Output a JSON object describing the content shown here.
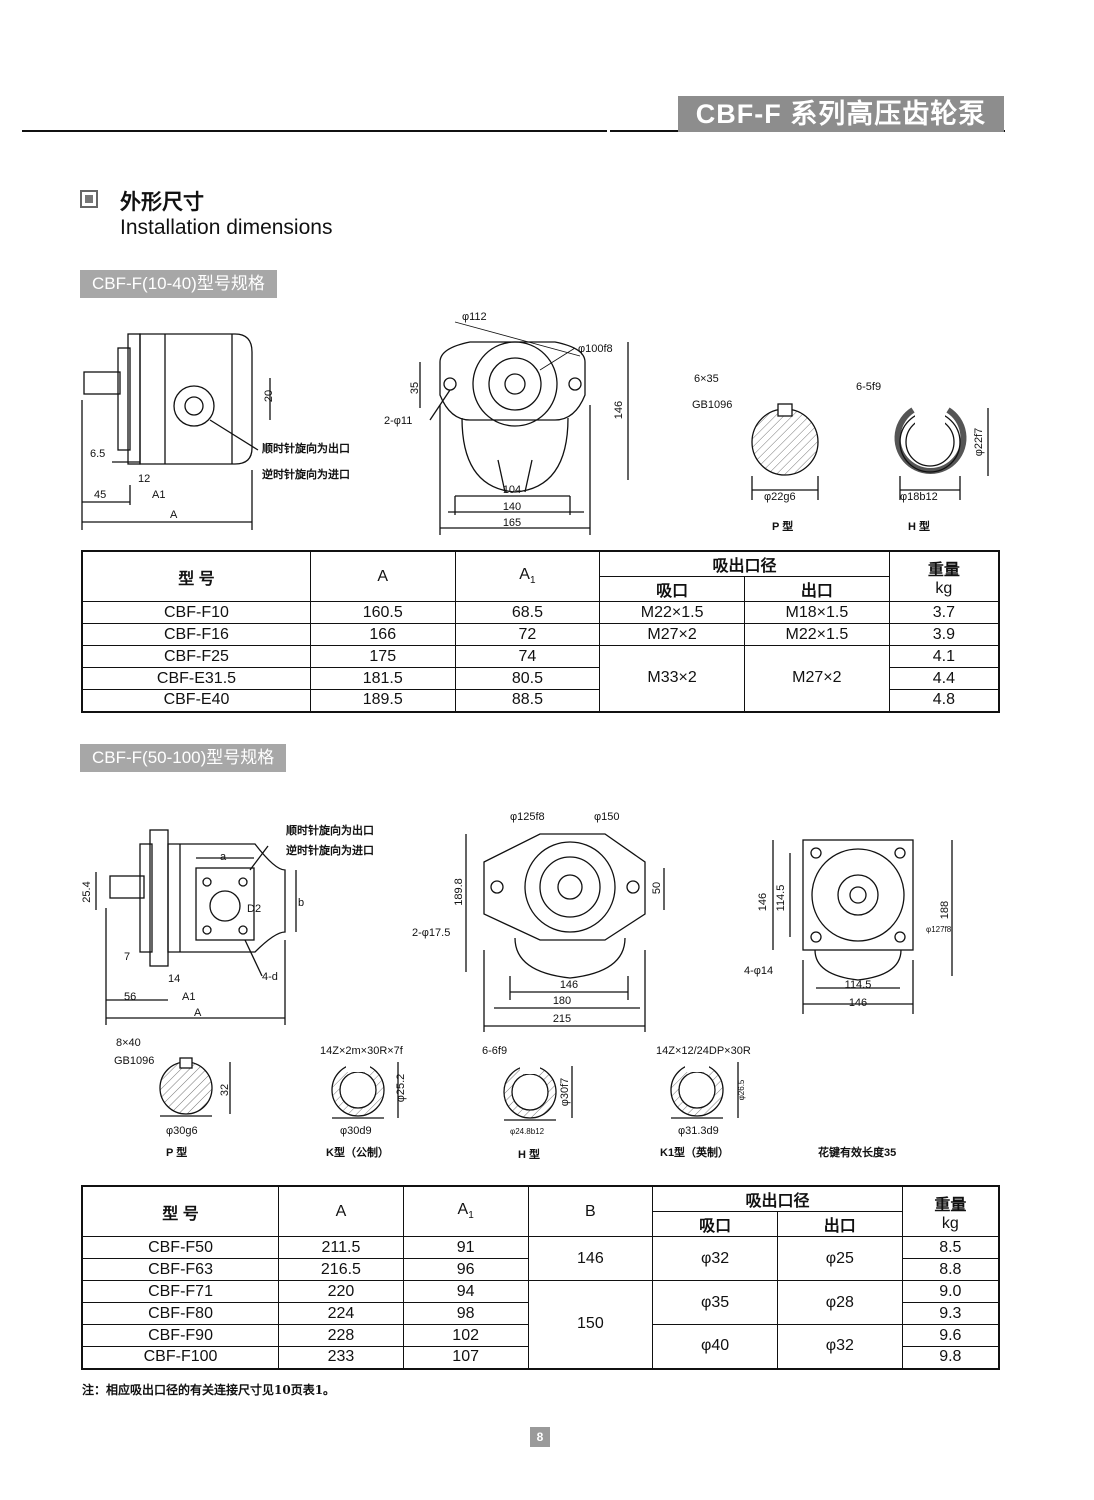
{
  "header": {
    "title": "CBF-F 系列高压齿轮泵"
  },
  "heading": {
    "cn": "外形尺寸",
    "en": "Installation dimensions"
  },
  "section1": {
    "label": "CBF-F(10-40)型号规格",
    "dims": {
      "d112": "φ112",
      "d100f8": "φ100f8",
      "h35": "35",
      "h146": "146",
      "holes": "2-φ11",
      "w104": "104",
      "w140": "140",
      "w165": "165",
      "side_20": "20",
      "side_65": "6.5",
      "side_12": "12",
      "side_45": "45",
      "side_A1": "A1",
      "side_A": "A",
      "cw": "顺时针旋向为出口",
      "ccw": "逆时针旋向为进口",
      "p_key": "6×35",
      "p_std": "GB1096",
      "p_dia": "φ22g6",
      "p_type": "P 型",
      "h_key": "6-5f9",
      "h_dia": "φ18b12",
      "h_dia2": "φ22f7",
      "h_type": "H 型"
    },
    "table": {
      "headers": {
        "model": "型 号",
        "A": "A",
        "A1": "A",
        "A1_sub": "1",
        "port": "吸出口径",
        "in": "吸口",
        "out": "出口",
        "weight": "重量",
        "kg": "kg"
      },
      "rows": [
        {
          "model": "CBF-F10",
          "A": "160.5",
          "A1": "68.5",
          "in": "M22×1.5",
          "out": "M18×1.5",
          "kg": "3.7"
        },
        {
          "model": "CBF-F16",
          "A": "166",
          "A1": "72",
          "in": "M27×2",
          "out": "M22×1.5",
          "kg": "3.9"
        },
        {
          "model": "CBF-F25",
          "A": "175",
          "A1": "74",
          "in": "M33×2",
          "out": "M27×2",
          "kg": "4.1"
        },
        {
          "model": "CBF-E31.5",
          "A": "181.5",
          "A1": "80.5",
          "kg": "4.4"
        },
        {
          "model": "CBF-E40",
          "A": "189.5",
          "A1": "88.5",
          "kg": "4.8"
        }
      ]
    }
  },
  "section2": {
    "label": "CBF-F(50-100)型号规格",
    "dims": {
      "cw": "顺时针旋向为出口",
      "ccw": "逆时针旋向为进口",
      "a": "a",
      "b": "b",
      "D2": "D2",
      "d4": "4-d",
      "s254": "25.4",
      "s7": "7",
      "s14": "14",
      "s56": "56",
      "s_A1": "A1",
      "s_A": "A",
      "d125": "φ125f8",
      "d150": "φ150",
      "h1898": "189.8",
      "h50": "50",
      "holes": "2-φ17.5",
      "w146": "146",
      "w180": "180",
      "w215": "215",
      "r146": "146",
      "r1145": "114.5",
      "r188": "188",
      "r127": "φ127f8",
      "r_holes": "4-φ14",
      "rw1145": "114.5",
      "rw146": "146",
      "p_key": "8×40",
      "p_std": "GB1096",
      "p_32": "32",
      "p_dia": "φ30g6",
      "p_type": "P 型",
      "k_spec": "14Z×2m×30R×7f",
      "k_252": "φ25.2",
      "k_dia": "φ30d9",
      "k_type": "K型（公制）",
      "h_key": "6-6f9",
      "h_30": "φ30f7",
      "h_dia": "φ24.8b12",
      "h_type": "H 型",
      "k1_spec": "14Z×12/24DP×30R",
      "k1_265": "φ26.5",
      "k1_dia": "φ31.3d9",
      "k1_type": "K1型（英制）",
      "spline_len": "花键有效长度35"
    },
    "table": {
      "headers": {
        "model": "型 号",
        "A": "A",
        "A1": "A",
        "A1_sub": "1",
        "B": "B",
        "port": "吸出口径",
        "in": "吸口",
        "out": "出口",
        "weight": "重量",
        "kg": "kg"
      },
      "rows": [
        {
          "model": "CBF-F50",
          "A": "211.5",
          "A1": "91",
          "B": "146",
          "in": "φ32",
          "out": "φ25",
          "kg": "8.5"
        },
        {
          "model": "CBF-F63",
          "A": "216.5",
          "A1": "96",
          "kg": "8.8"
        },
        {
          "model": "CBF-F71",
          "A": "220",
          "A1": "94",
          "B": "150",
          "in": "φ35",
          "out": "φ28",
          "kg": "9.0"
        },
        {
          "model": "CBF-F80",
          "A": "224",
          "A1": "98",
          "kg": "9.3"
        },
        {
          "model": "CBF-F90",
          "A": "228",
          "A1": "102",
          "in": "φ40",
          "out": "φ32",
          "kg": "9.6"
        },
        {
          "model": "CBF-F100",
          "A": "233",
          "A1": "107",
          "kg": "9.8"
        }
      ]
    }
  },
  "note": "注：相应吸出口径的有关连接尺寸见10页表1。",
  "page_number": "8"
}
